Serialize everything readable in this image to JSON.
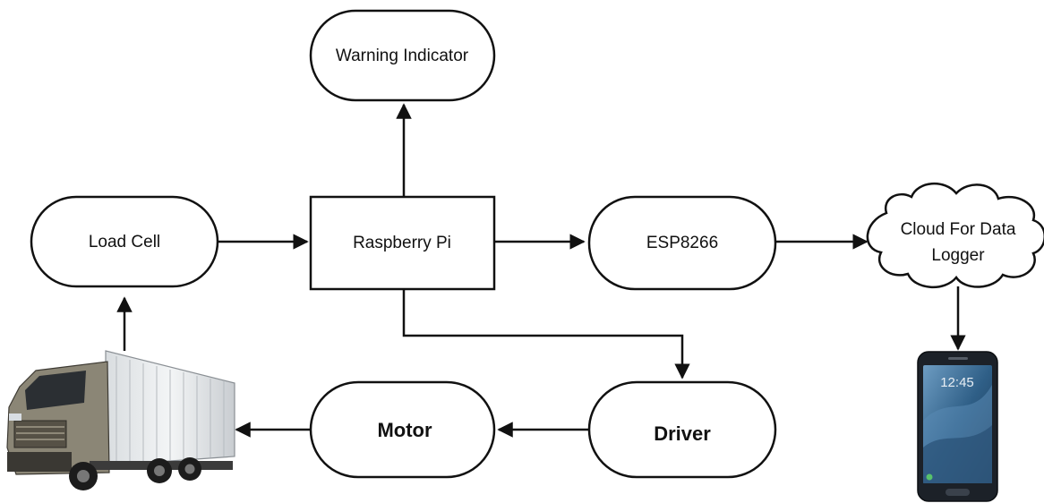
{
  "nodes": {
    "warning": "Warning Indicator",
    "load_cell": "Load Cell",
    "raspberry_pi": "Raspberry Pi",
    "esp8266": "ESP8266",
    "cloud_line1": "Cloud For Data",
    "cloud_line2": "Logger",
    "motor": "Motor",
    "driver": "Driver"
  },
  "phone": {
    "clock": "12:45"
  },
  "edges": [
    "truck -> load cell",
    "load cell -> raspberry pi",
    "raspberry pi -> warning indicator",
    "raspberry pi -> esp8266",
    "esp8266 -> cloud for data logger",
    "cloud for data logger -> phone",
    "raspberry pi -> driver",
    "driver -> motor",
    "motor -> truck"
  ],
  "colors": {
    "stroke": "#111111",
    "fill": "#ffffff",
    "phone_body": "#1c2128",
    "phone_screen": "#3a6f99"
  }
}
